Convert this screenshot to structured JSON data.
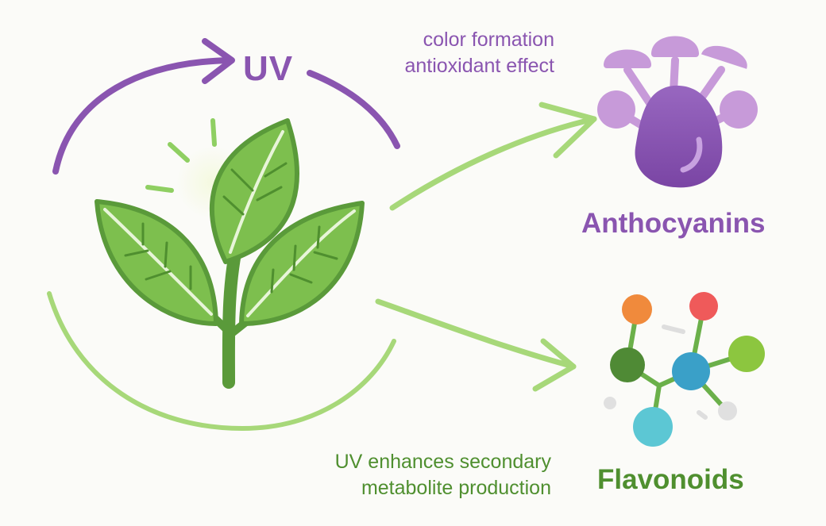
{
  "uv_label": "UV",
  "top_note": {
    "line1": "color formation",
    "line2": "antioxidant effect"
  },
  "bottom_note": {
    "line1": "UV enhances secondary",
    "line2": "metabolite production"
  },
  "anthocyanins_label": "Anthocyanins",
  "flavonoids_label": "Flavonoids",
  "icons": {
    "plant": "plant-icon",
    "anthocyanin": "anthocyanin-molecule-icon",
    "flavonoid": "flavonoid-molecule-icon"
  },
  "colors": {
    "purple": "#8a55b0",
    "light_purple": "#c79ad9",
    "green": "#8fcf62",
    "dark_green": "#5a9a3a",
    "leaf": "#7dbf4e",
    "text_green": "#4f8f2f"
  }
}
